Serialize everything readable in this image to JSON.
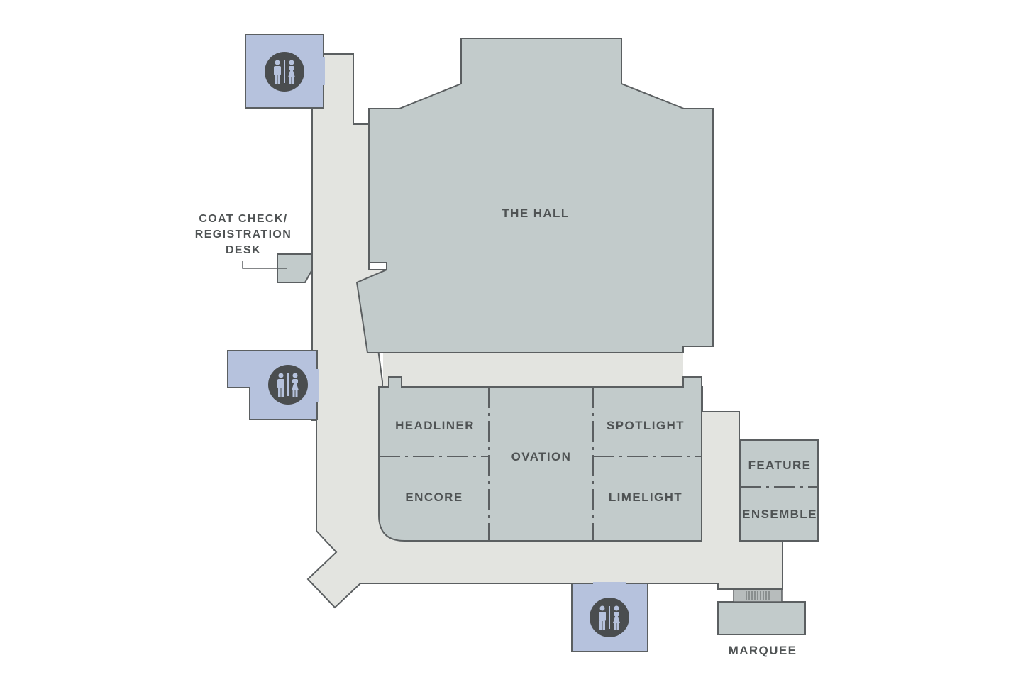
{
  "rooms": {
    "the_hall": "THE HALL",
    "headliner": "HEADLINER",
    "ovation": "OVATION",
    "spotlight": "SPOTLIGHT",
    "encore": "ENCORE",
    "limelight": "LIMELIGHT",
    "feature": "FEATURE",
    "ensemble": "ENSEMBLE",
    "marquee": "MARQUEE"
  },
  "coat_check": {
    "line1": "COAT CHECK/",
    "line2": "REGISTRATION",
    "line3": "DESK"
  },
  "restrooms": [
    {
      "icon": "restroom-icon"
    },
    {
      "icon": "restroom-icon"
    },
    {
      "icon": "restroom-icon"
    }
  ],
  "colors": {
    "room": "#c2cbcb",
    "corridor": "#e3e4e0",
    "restroom": "#b6c2dd",
    "wall": "#5b5f61",
    "label": "#4f5354"
  }
}
